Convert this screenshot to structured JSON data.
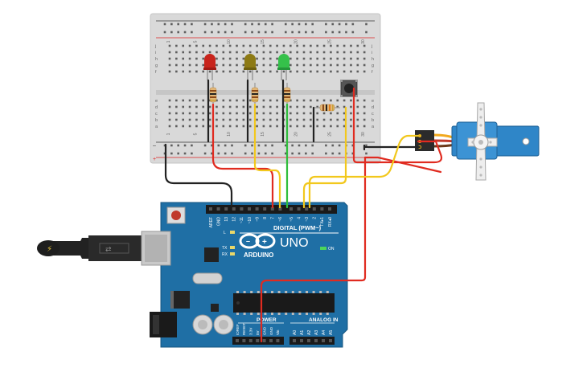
{
  "board": {
    "brand": "ARDUINO",
    "model": "UNO",
    "digital_label": "DIGITAL (PWM~)",
    "digital_pins": [
      "AREF",
      "GND",
      "13",
      "12",
      "~11",
      "~10",
      "~9",
      "8",
      "7",
      "~6",
      "~5",
      "4",
      "~3",
      "2",
      "TX▸1",
      "RX◂0"
    ],
    "power_label": "POWER",
    "power_pins": [
      "IOREF",
      "RESET",
      "3.3V",
      "5V",
      "GND",
      "GND",
      "Vin"
    ],
    "analog_label": "ANALOG IN",
    "analog_pins": [
      "A0",
      "A1",
      "A2",
      "A3",
      "A4",
      "A5"
    ],
    "led_labels": [
      "L",
      "TX",
      "RX"
    ],
    "on_label": "ON"
  },
  "breadboard": {
    "columns": [
      "1",
      "5",
      "10",
      "15",
      "20",
      "25",
      "30"
    ],
    "rows_top": [
      "j",
      "i",
      "h",
      "g",
      "f"
    ],
    "rows_bottom": [
      "e",
      "d",
      "c",
      "b",
      "a"
    ],
    "rail_minus": "–",
    "rail_plus": "+"
  },
  "components": {
    "leds": [
      {
        "color": "#c8241c",
        "name": "red"
      },
      {
        "color": "#8d7a14",
        "name": "yellow"
      },
      {
        "color": "#35c14a",
        "name": "green"
      }
    ],
    "resistor_count": 4,
    "pushbutton": true,
    "servo": true
  },
  "colors": {
    "board": "#1f6fa5",
    "breadboard": "#d6d6d6",
    "red_wire": "#e02b20",
    "yellow_wire": "#f2c81d",
    "green_wire": "#2ebd3a",
    "black_wire": "#222222",
    "servo_body": "#2f86c8"
  }
}
